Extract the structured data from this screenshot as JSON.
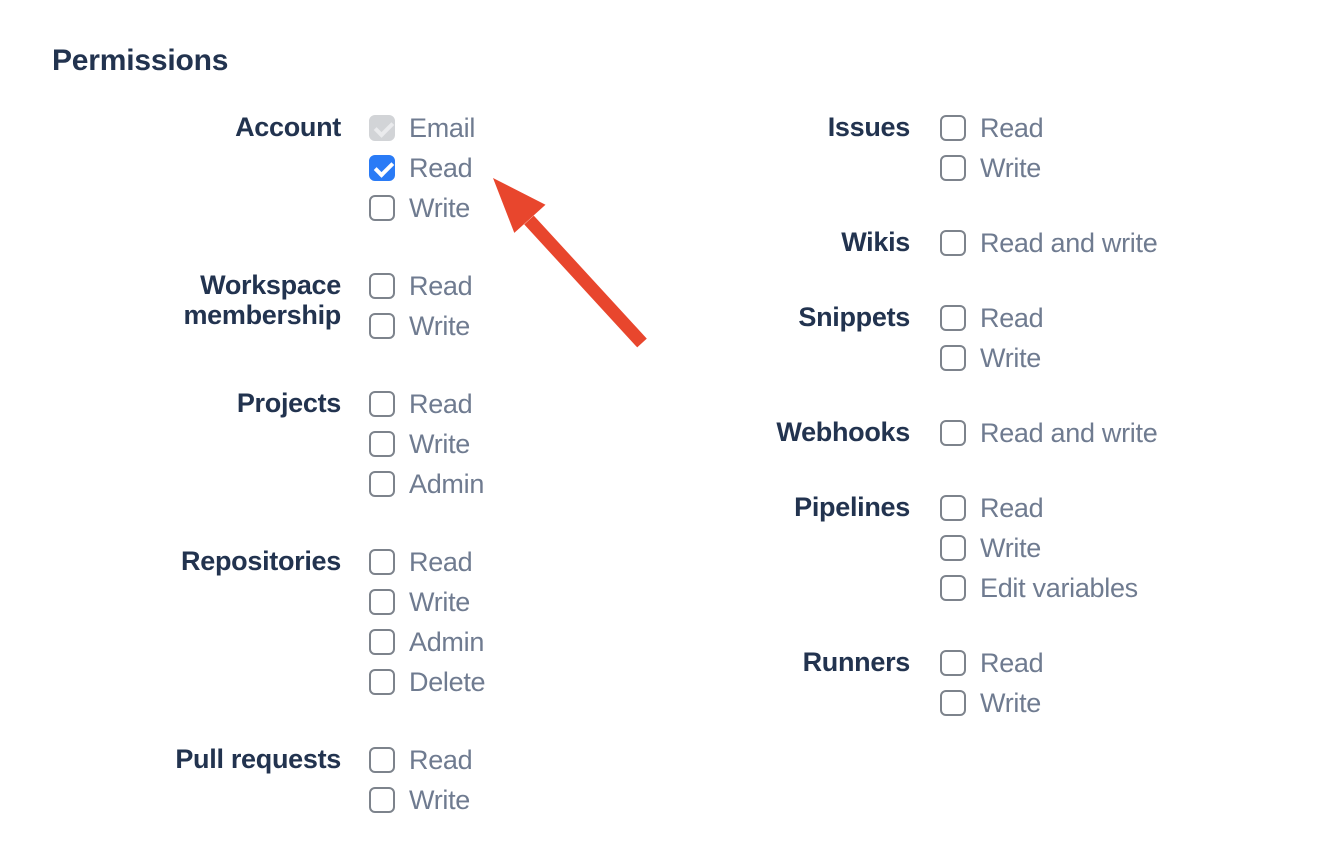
{
  "heading": "Permissions",
  "colors": {
    "heading_text": "#22334f",
    "section_label_text": "#22334f",
    "option_label_text": "#6f7b90",
    "checkbox_border": "#7d838c",
    "checkbox_checked_bg": "#2a7bf6",
    "checkbox_disabled_bg": "#d2d4d7",
    "arrow": "#e8462d"
  },
  "columns": [
    {
      "sections": [
        {
          "label": "Account",
          "options": [
            {
              "label": "Email",
              "state": "checked-disabled"
            },
            {
              "label": "Read",
              "state": "checked"
            },
            {
              "label": "Write",
              "state": "unchecked"
            }
          ]
        },
        {
          "label": "Workspace membership",
          "options": [
            {
              "label": "Read",
              "state": "unchecked"
            },
            {
              "label": "Write",
              "state": "unchecked"
            }
          ]
        },
        {
          "label": "Projects",
          "options": [
            {
              "label": "Read",
              "state": "unchecked"
            },
            {
              "label": "Write",
              "state": "unchecked"
            },
            {
              "label": "Admin",
              "state": "unchecked"
            }
          ]
        },
        {
          "label": "Repositories",
          "options": [
            {
              "label": "Read",
              "state": "unchecked"
            },
            {
              "label": "Write",
              "state": "unchecked"
            },
            {
              "label": "Admin",
              "state": "unchecked"
            },
            {
              "label": "Delete",
              "state": "unchecked"
            }
          ]
        },
        {
          "label": "Pull requests",
          "options": [
            {
              "label": "Read",
              "state": "unchecked"
            },
            {
              "label": "Write",
              "state": "unchecked"
            }
          ]
        }
      ]
    },
    {
      "sections": [
        {
          "label": "Issues",
          "options": [
            {
              "label": "Read",
              "state": "unchecked"
            },
            {
              "label": "Write",
              "state": "unchecked"
            }
          ]
        },
        {
          "label": "Wikis",
          "options": [
            {
              "label": "Read and write",
              "state": "unchecked"
            }
          ]
        },
        {
          "label": "Snippets",
          "options": [
            {
              "label": "Read",
              "state": "unchecked"
            },
            {
              "label": "Write",
              "state": "unchecked"
            }
          ]
        },
        {
          "label": "Webhooks",
          "options": [
            {
              "label": "Read and write",
              "state": "unchecked"
            }
          ]
        },
        {
          "label": "Pipelines",
          "options": [
            {
              "label": "Read",
              "state": "unchecked"
            },
            {
              "label": "Write",
              "state": "unchecked"
            },
            {
              "label": "Edit variables",
              "state": "unchecked"
            }
          ]
        },
        {
          "label": "Runners",
          "options": [
            {
              "label": "Read",
              "state": "unchecked"
            },
            {
              "label": "Write",
              "state": "unchecked"
            }
          ]
        }
      ]
    }
  ],
  "annotation": {
    "color": "#e8462d",
    "points_to": "account-read-checkbox"
  }
}
